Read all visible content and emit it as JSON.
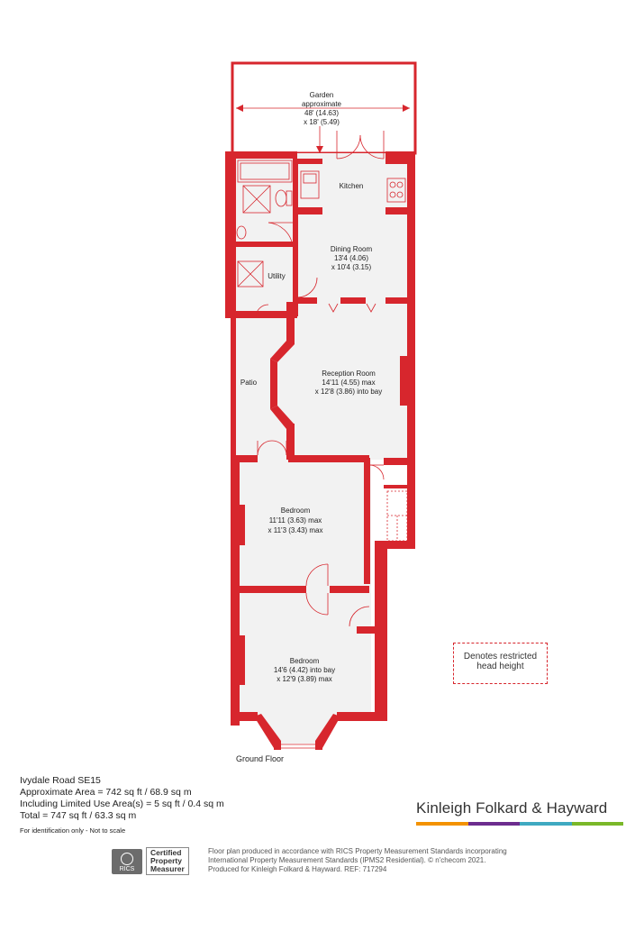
{
  "rooms": {
    "garden": {
      "name": "Garden",
      "line1": "approximate",
      "line2": "48' (14.63)",
      "line3": "x 18' (5.49)"
    },
    "kitchen": {
      "name": "Kitchen"
    },
    "dining": {
      "name": "Dining Room",
      "line1": "13'4 (4.06)",
      "line2": "x 10'4 (3.15)"
    },
    "utility": {
      "name": "Utility"
    },
    "patio": {
      "name": "Patio"
    },
    "reception": {
      "name": "Reception Room",
      "line1": "14'11 (4.55) max",
      "line2": "x 12'8 (3.86) into bay"
    },
    "bedroom1": {
      "name": "Bedroom",
      "line1": "11'11 (3.63) max",
      "line2": "x 11'3 (3.43) max"
    },
    "bedroom2": {
      "name": "Bedroom",
      "line1": "14'6 (4.42) into bay",
      "line2": "x 12'9 (3.89) max"
    }
  },
  "floor_label": "Ground Floor",
  "legend": {
    "line1": "Denotes restricted",
    "line2": "head height"
  },
  "info": {
    "address": "Ivydale Road  SE15",
    "area": "Approximate Area = 742 sq ft / 68.9 sq m",
    "limited": "Including Limited Use Area(s) = 5 sq ft / 0.4 sq m",
    "total": "Total = 747 sq ft / 63.3 sq m",
    "note": "For identification only - Not to scale"
  },
  "brand": {
    "name": "Kinleigh Folkard & Hayward",
    "bar_colors": [
      "#f39200",
      "#6c2c8e",
      "#3fa9c1",
      "#7ab829"
    ]
  },
  "rics": {
    "badge": "RICS",
    "line1": "Certified",
    "line2": "Property",
    "line3": "Measurer"
  },
  "disclaimer": {
    "line1": "Floor plan produced in accordance with RICS Property Measurement Standards incorporating",
    "line2": "International Property Measurement Standards (IPMS2 Residential).  © n'checom 2021.",
    "line3": "Produced for Kinleigh Folkard & Hayward.   REF: 717294"
  },
  "colors": {
    "wall": "#d7262d",
    "floor": "#f2f2f2"
  }
}
